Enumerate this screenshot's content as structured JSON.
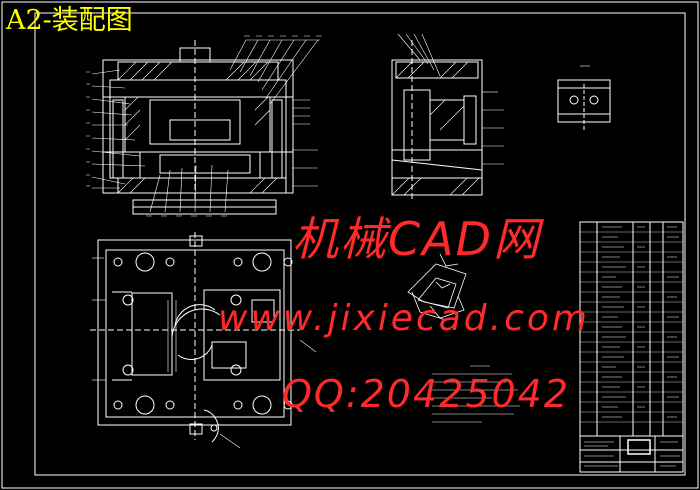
{
  "drawing": {
    "title": "A2-装配图",
    "colors": {
      "background": "#000000",
      "line": "#ffffff",
      "title": "#ffff00",
      "watermark": "#ff2a2a"
    }
  },
  "watermark": {
    "line1": "机械CAD网",
    "line2": "www.jixiecad.com",
    "line3": "QQ:20425042"
  }
}
